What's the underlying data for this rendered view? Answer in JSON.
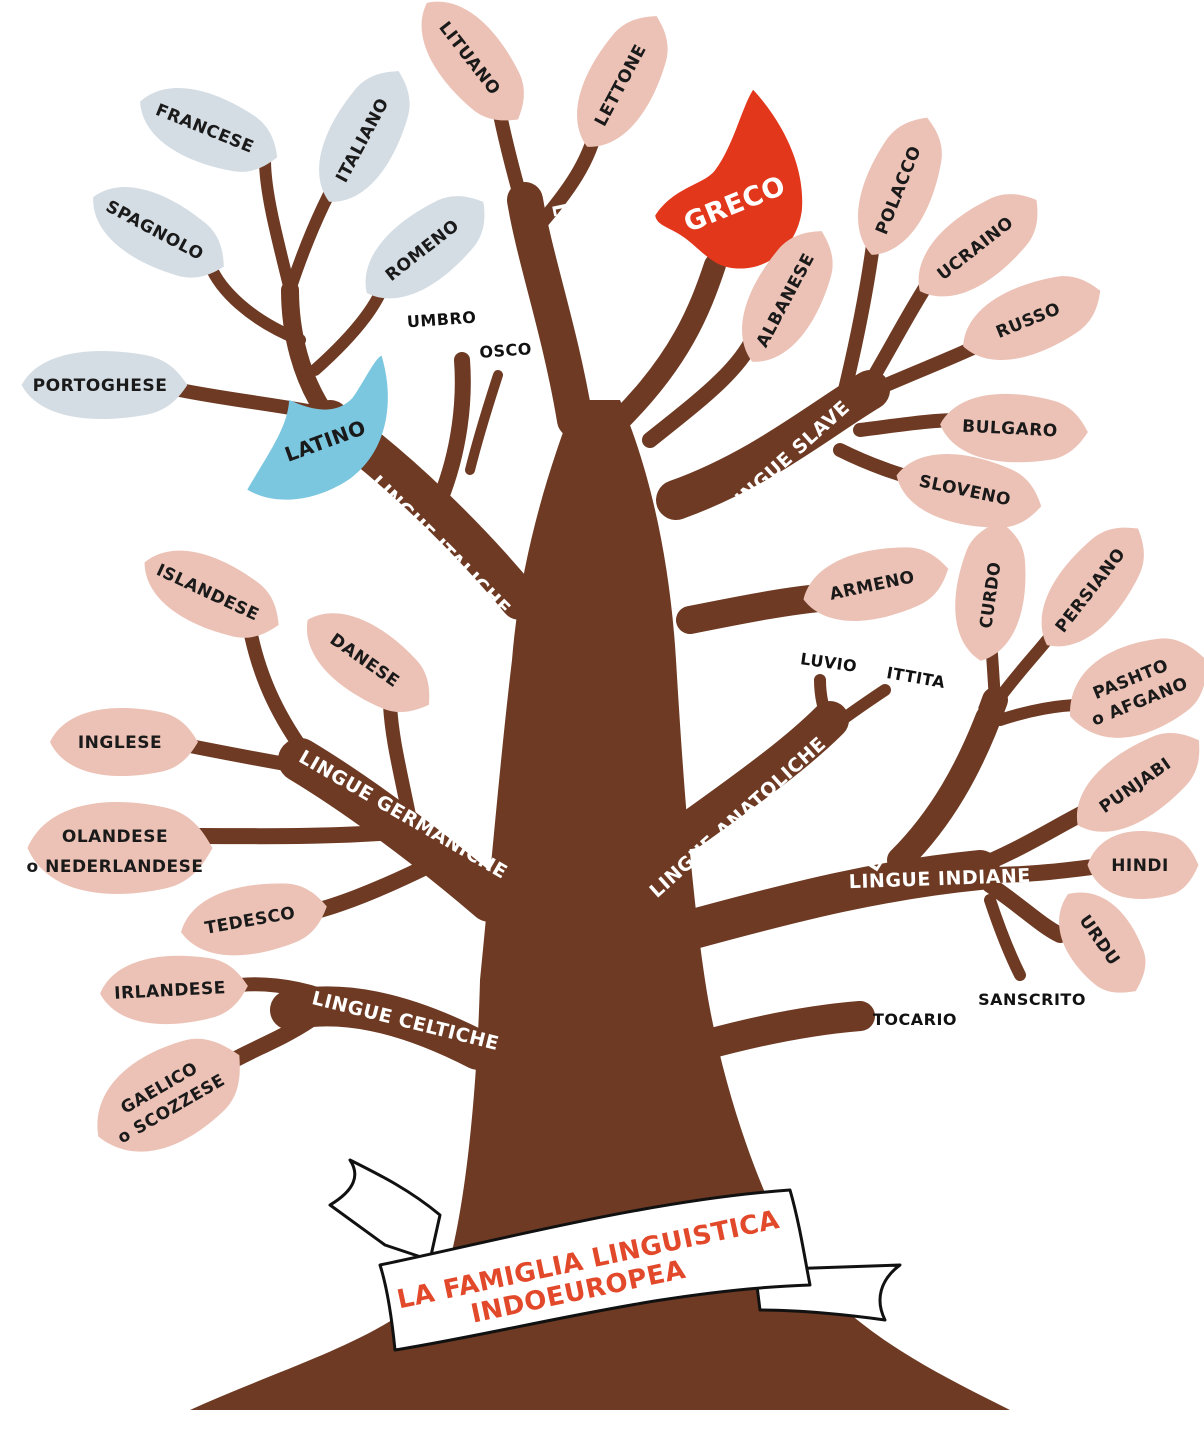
{
  "title": {
    "line1": "LA FAMIGLIA LINGUISTICA",
    "line2": "INDOEUROPEA"
  },
  "colors": {
    "trunk": "#6e3a23",
    "leaf": "#ecc2b6",
    "leaf_latin_group": "#d5dde4",
    "latino": "#7cc7e0",
    "greco": "#e2371b",
    "title_text": "#e2492b"
  },
  "branches": {
    "italiche": "LINGUE ITALICHE",
    "baltiche": "LINGUE BALTICHE",
    "slave": "LINGUE SLAVE",
    "germaniche": "LINGUE GERMANICHE",
    "celtiche": "LINGUE CELTICHE",
    "anatoliche": "LINGUE ANATOLICHE",
    "iraniche": "LINGUE IRANICHE",
    "indiane": "LINGUE INDIANE"
  },
  "leaves": {
    "francese": "FRANCESE",
    "italiano": "ITALIANO",
    "spagnolo": "SPAGNOLO",
    "romeno": "ROMENO",
    "portoghese": "PORTOGHESE",
    "latino": "LATINO",
    "lituano": "LITUANO",
    "lettone": "LETTONE",
    "greco": "GRECO",
    "albanese": "ALBANESE",
    "polacco": "POLACCO",
    "ucraino": "UCRAINO",
    "russo": "RUSSO",
    "bulgaro": "BULGARO",
    "sloveno": "SLOVENO",
    "islandese": "ISLANDESE",
    "danese": "DANESE",
    "inglese": "INGLESE",
    "olandese_1": "OLANDESE",
    "olandese_2": "o NEDERLANDESE",
    "tedesco": "TEDESCO",
    "irlandese": "IRLANDESE",
    "gaelico_1": "GAELICO",
    "gaelico_2": "o SCOZZESE",
    "armeno": "ARMENO",
    "curdo": "CURDO",
    "persiano": "PERSIANO",
    "pashto_1": "PASHTO",
    "pashto_2": "o AFGANO",
    "punjabi": "PUNJABI",
    "hindi": "HINDI",
    "urdu": "URDU"
  },
  "bare_labels": {
    "umbro": "UMBRO",
    "osco": "OSCO",
    "luvio": "LUVIO",
    "ittita": "ITTITA",
    "tocario": "TOCARIO",
    "sanscrito": "SANSCRITO"
  }
}
